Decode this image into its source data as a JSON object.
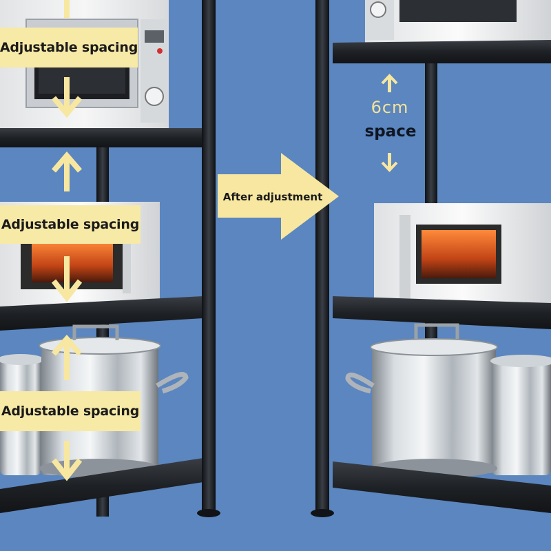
{
  "labels": {
    "top_spacing": "Adjustable spacing",
    "middle_spacing": "Adjustable spacing",
    "bottom_spacing": "Adjustable spacing",
    "after": "After adjustment",
    "measure": "6cm",
    "measure_caption": "space"
  },
  "colors": {
    "background": "#5b86bf",
    "label_fill": "#f7e9a6",
    "arrow_fill": "#f7e7a0",
    "pole": "#1a1d22",
    "shelf": "#202328",
    "measure_text": "#f4e39a"
  },
  "icons": {
    "spacing_arrow": "double-headed-arrow-icon",
    "direction_arrow": "right-arrow-icon"
  }
}
